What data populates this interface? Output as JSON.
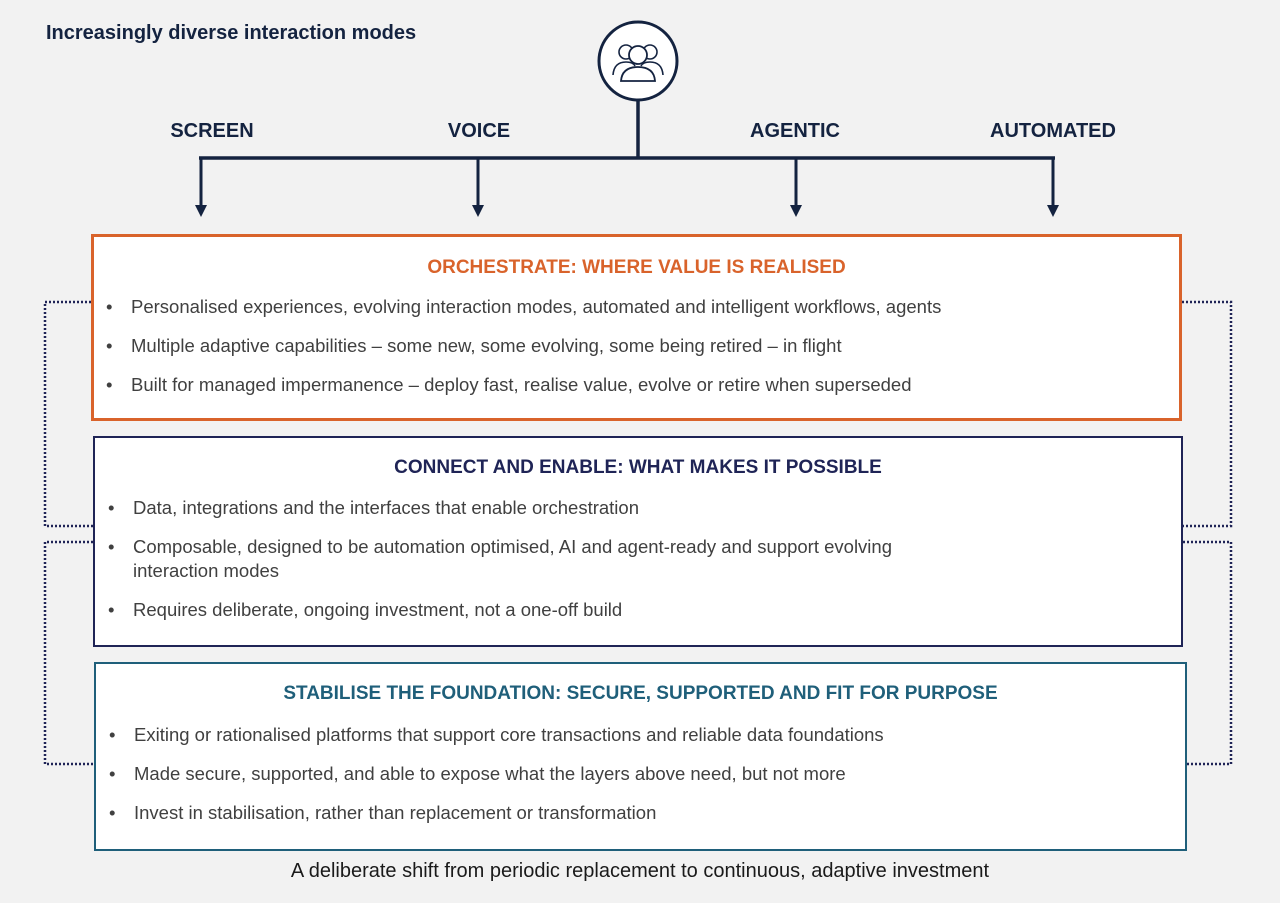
{
  "header": {
    "title": "Increasingly diverse interaction modes",
    "icon": "people-group-icon"
  },
  "modes": [
    "SCREEN",
    "VOICE",
    "AGENTIC",
    "AUTOMATED"
  ],
  "layers": [
    {
      "title": "ORCHESTRATE: WHERE VALUE IS REALISED",
      "color": "#d9632b",
      "bullets": [
        "Personalised experiences, evolving interaction modes, automated and intelligent workflows, agents",
        "Multiple adaptive capabilities – some new, some evolving, some being retired – in flight",
        "Built for managed impermanence – deploy fast, realise value, evolve or retire when superseded"
      ]
    },
    {
      "title": "CONNECT AND ENABLE: WHAT MAKES IT POSSIBLE",
      "color": "#1f2456",
      "bullets": [
        "Data, integrations and the interfaces that enable orchestration",
        "Composable, designed to be automation optimised, AI and agent-ready and support evolving interaction modes",
        "Requires deliberate, ongoing investment, not a one-off build"
      ]
    },
    {
      "title": "STABILISE THE FOUNDATION: SECURE, SUPPORTED AND FIT FOR PURPOSE",
      "color": "#1f5f7a",
      "bullets": [
        "Exiting or rationalised platforms that support core transactions and reliable data foundations",
        "Made secure, supported, and able to expose what the layers above need, but not more",
        "Invest in stabilisation, rather than replacement or transformation"
      ]
    }
  ],
  "footer": {
    "text": "A deliberate shift from periodic replacement to continuous, adaptive investment"
  }
}
